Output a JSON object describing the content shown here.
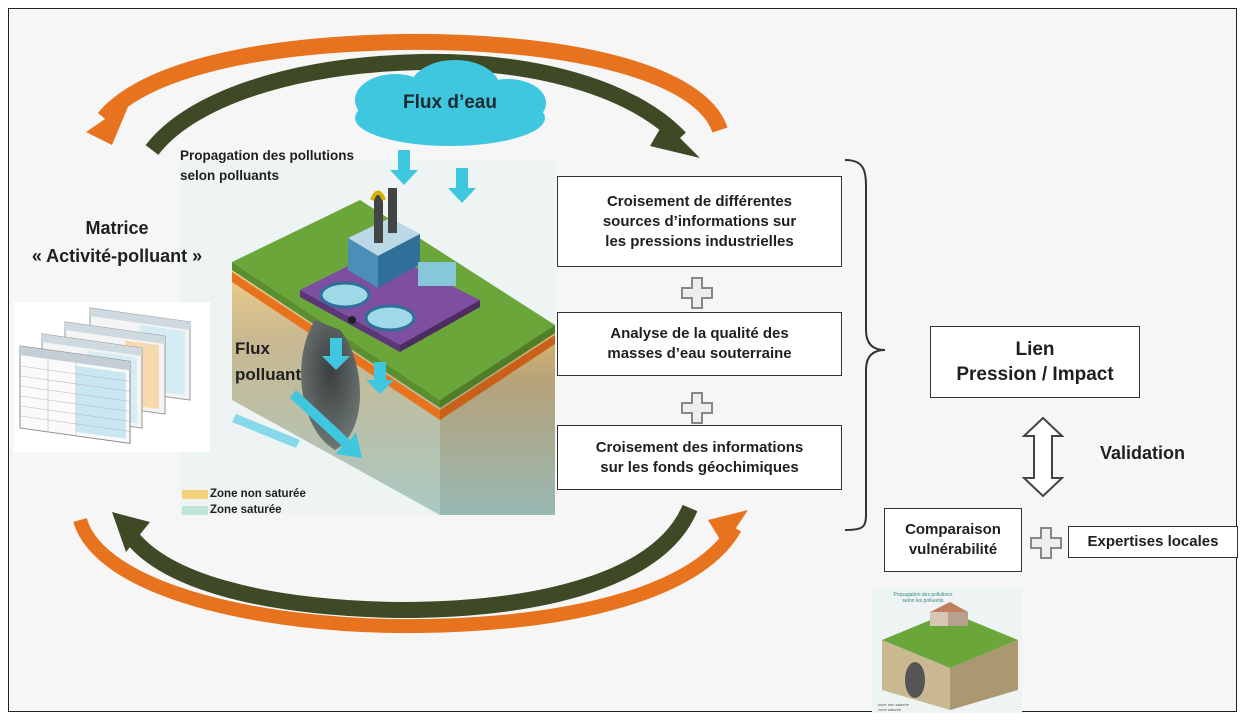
{
  "cloud_label": "Flux d’eau",
  "propagation_label": "Propagation des pollutions\nselon polluants",
  "matrix_label": "Matrice\n« Activité-polluant »",
  "flux_polluant_label": "Flux\npolluant",
  "legend": [
    {
      "label": "Zone non saturée",
      "color": "#f6d27a"
    },
    {
      "label": "Zone saturée",
      "color": "#bfe3d6"
    }
  ],
  "boxes": {
    "croisement_sources": "Croisement de différentes\nsources d’informations sur\nles pressions industrielles",
    "analyse_qualite": "Analyse de la qualité des\nmasses d’eau souterraine",
    "croisement_fonds": "Croisement des informations\nsur les fonds géochimiques",
    "lien": "Lien\nPression / Impact",
    "comparaison": "Comparaison\nvulnérabilité",
    "expertises": "Expertises locales"
  },
  "validation_label": "Validation",
  "thumbnail_text": [
    "Propagation des pollutions",
    "selon les polluants",
    "zone non saturée",
    "zone saturée"
  ],
  "colors": {
    "orange": "#e8731f",
    "dark_green": "#3d4a25",
    "cyan": "#3fc7e0",
    "grass": "#6aa63a"
  }
}
